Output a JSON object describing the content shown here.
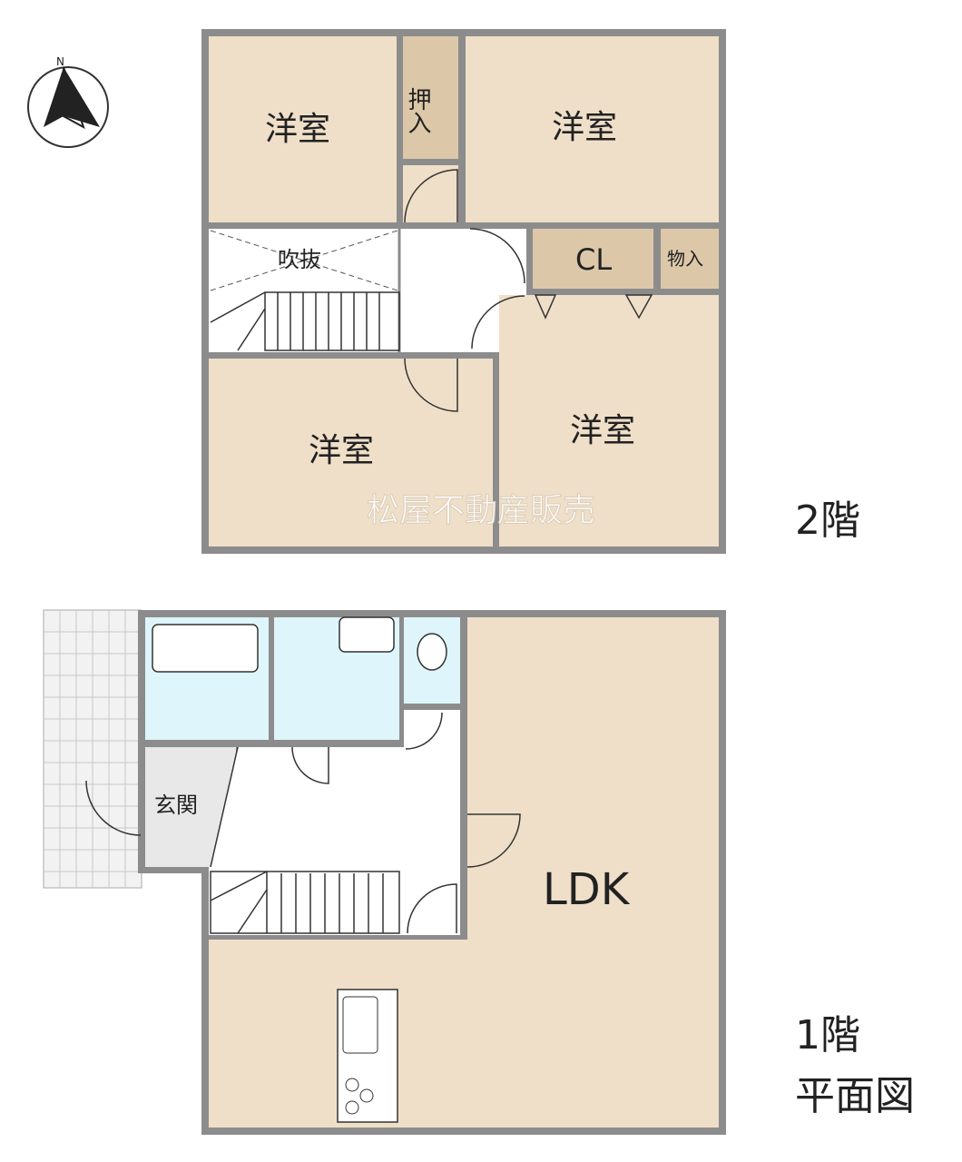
{
  "compass": {
    "north_label": "N"
  },
  "floor2": {
    "title": "2階",
    "rooms": {
      "western_room_nw": "洋室",
      "closet_oshiire": "押入",
      "western_room_ne": "洋室",
      "fukinuke": "吹抜",
      "cl": "CL",
      "storage": "物入",
      "western_room_se": "洋室",
      "western_room_sw": "洋室"
    }
  },
  "watermark": "松屋不動産販売",
  "floor1": {
    "title": "1階",
    "subtitle": "平面図",
    "rooms": {
      "entrance": "玄関",
      "ldk": "LDK"
    }
  },
  "colors": {
    "room": "#efdfc8",
    "closet": "#dcc8a8",
    "wet": "#ddf5fb",
    "entrance": "#e8e8e8",
    "wall": "#8c8c8c"
  }
}
